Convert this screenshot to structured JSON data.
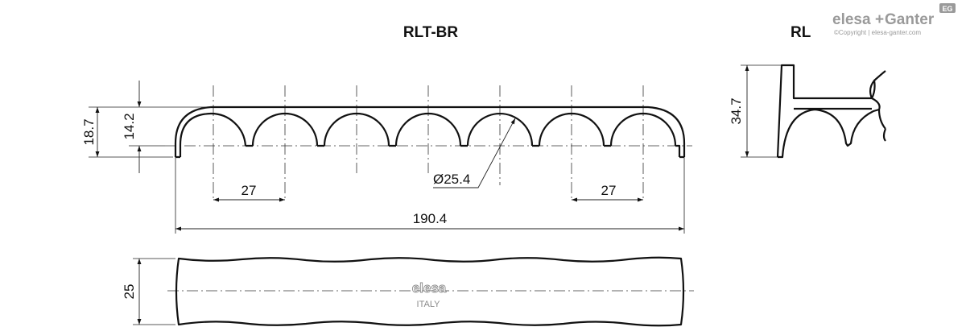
{
  "header": {
    "title_main": "RLT-BR",
    "title_side": "RL"
  },
  "brand": {
    "logo_left": "elesa",
    "logo_plus": "+",
    "logo_right": "Ganter",
    "badge": "EG",
    "copyright": "©Copyright | elesa-ganter.com",
    "color": "#9a9a9a"
  },
  "front_view": {
    "dim_height_total": "18.7",
    "dim_height_arc": "14.2",
    "dim_pitch_left": "27",
    "dim_pitch_right": "27",
    "dim_diameter": "Ø25.4",
    "dim_length": "190.4"
  },
  "side_view": {
    "dim_height": "34.7"
  },
  "top_view": {
    "dim_width": "25",
    "mark_brand": "elesa",
    "mark_origin": "ITALY"
  }
}
